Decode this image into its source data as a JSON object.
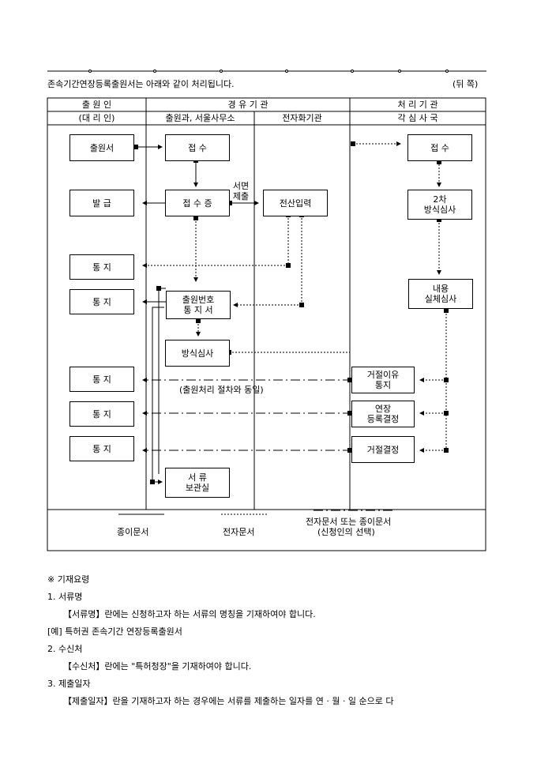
{
  "intro_text": "존속기간연장등록출원서는 아래와 같이 처리됩니다.",
  "back_label": "(뒤 쪽)",
  "columns": {
    "applicant": {
      "title": "출 원 인",
      "sub": "(대 리 인)"
    },
    "via_agency": {
      "title": "경 유 기 관",
      "sub_left": "출원과, 서울사무소",
      "sub_right": "전자화기관"
    },
    "processing": {
      "title": "처 리 기 관",
      "sub": "각 심 사 국"
    }
  },
  "boxes": {
    "application": "출원서",
    "receive_1": "접   수",
    "receive_2": "접   수",
    "receipt": "접 수 증",
    "issue": "발   급",
    "e_input": "전산입력",
    "second_exam": "2차\n방식심사",
    "notice_1": "통   지",
    "notice_2": "통   지",
    "notice_3": "통   지",
    "notice_4": "통   지",
    "notice_5": "통   지",
    "app_number_notice": "출원번호\n통 지 서",
    "substantive_exam": "내용\n실체심사",
    "formality_exam": "방식심사",
    "rejection_reason": "거절이유\n통지",
    "ext_reg_decision": "연장\n등록결정",
    "rejection_decision": "거절결정",
    "doc_storage": "서   류\n보관실"
  },
  "labels": {
    "written_submission": "서면\n제출",
    "same_procedure": "(출원처리 절차와 동일)"
  },
  "legend": {
    "paper": "종이문서",
    "electronic": "전자문서",
    "either": "전자문서 또는 종이문서",
    "either_sub": "(신청인의 선택)"
  },
  "notes": {
    "heading": "※ 기재요령",
    "item1_title": "1. 서류명",
    "item1_text": "【서류명】란에는 신청하고자 하는 서류의 명칭을 기재하여야 합니다.",
    "item1_example": "[예] 특허권 존속기간 연장등록출원서",
    "item2_title": "2. 수신처",
    "item2_text": "【수신처】란에는 \"특허청장\"을 기재하여야 합니다.",
    "item3_title": "3. 제출일자",
    "item3_text": "【제출일자】란을 기재하고자 하는 경우에는 서류를 제출하는 일자를 연 · 월 · 일 순으로 다"
  }
}
